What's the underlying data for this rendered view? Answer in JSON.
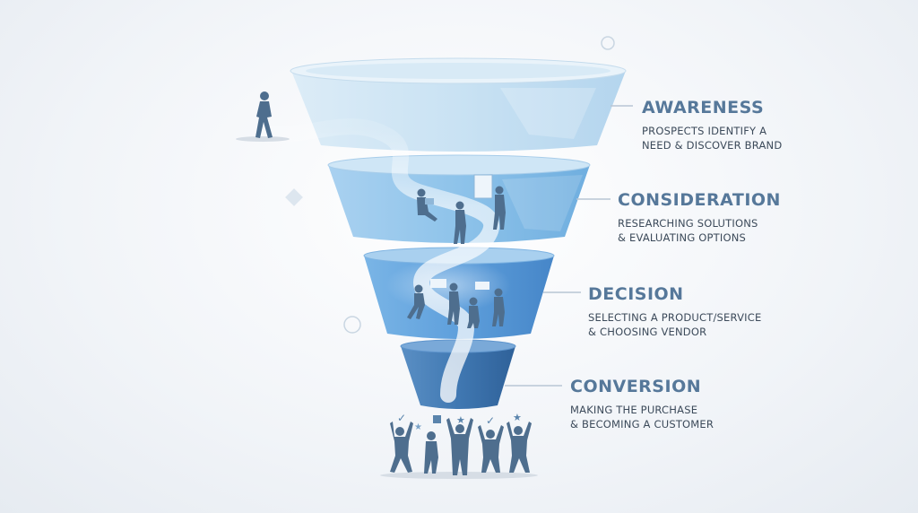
{
  "colors": {
    "title": "#56789a",
    "body_text": "#3c4a5a",
    "funnel_top": "#d6e9f5",
    "funnel_mid": "#8cc2ea",
    "funnel_low": "#5c9fdc",
    "funnel_bottom": "#3d78b4",
    "silhouette": "#4e6e8e"
  },
  "stages": [
    {
      "title": "AWARENESS",
      "desc": [
        "PROSPECTS IDENTIFY A",
        "NEED & DISCOVER BRAND"
      ]
    },
    {
      "title": "CONSIDERATION",
      "desc": [
        "RESEARCHING SOLUTIONS",
        "& EVALUATING OPTIONS"
      ]
    },
    {
      "title": "DECISION",
      "desc": [
        "SELECTING A PRODUCT/SERVICE",
        "& CHOOSING VENDOR"
      ]
    },
    {
      "title": "CONVERSION",
      "desc": [
        "MAKING THE PURCHASE",
        "& BECOMING A CUSTOMER"
      ]
    }
  ]
}
